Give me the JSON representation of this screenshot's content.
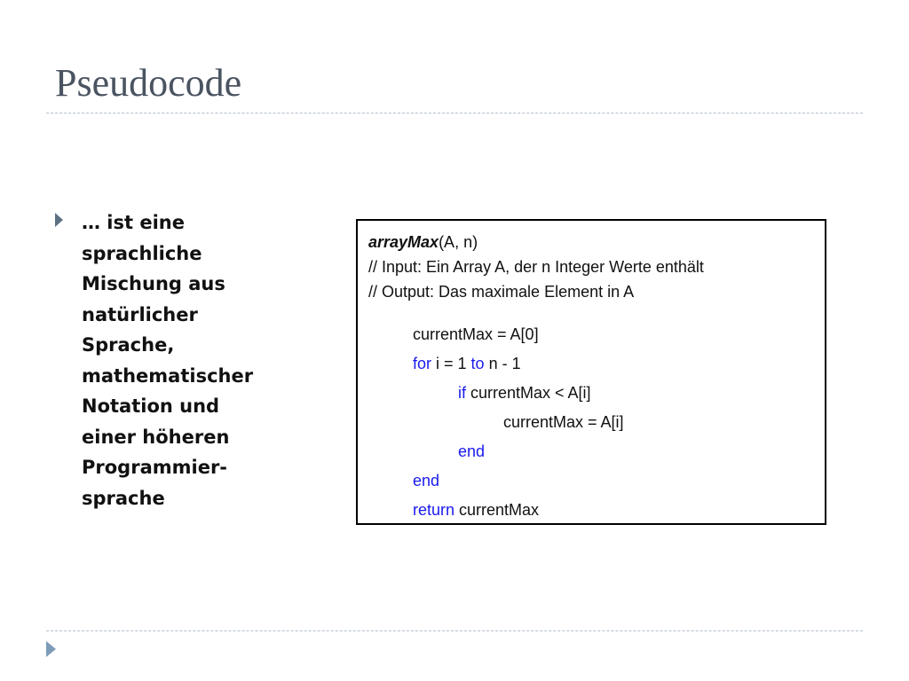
{
  "slide": {
    "title": "Pseudocode"
  },
  "bullet": {
    "text": "… ist eine\nsprachliche\nMischung aus\nnatürlicher\nSprache,\nmathematischer\nNotation und\neiner höheren\nProgrammier-\nsprache"
  },
  "code": {
    "function_name": "arrayMax",
    "function_params": "(A, n)",
    "comment_input": "// Input: Ein Array A, der n Integer Werte enthält",
    "comment_output": "// Output: Das maximale Element in A",
    "line1": "currentMax = A[0]",
    "line2_kw1": "for",
    "line2_mid": " i = 1 ",
    "line2_kw2": "to",
    "line2_end": " n - 1",
    "line3_kw": "if",
    "line3_rest": " currentMax < A[i]",
    "line4": "currentMax = A[i]",
    "line5_kw": "end",
    "line6_kw": "end",
    "line7_kw": "return",
    "line7_rest": " currentMax"
  },
  "colors": {
    "title": "#4a5461",
    "keyword": "#1a1aee",
    "bullet_marker": "#5d7185",
    "divider": "#b4c0cc"
  },
  "icons": {
    "bullet": "triangle-right-icon",
    "nav": "triangle-right-icon"
  }
}
